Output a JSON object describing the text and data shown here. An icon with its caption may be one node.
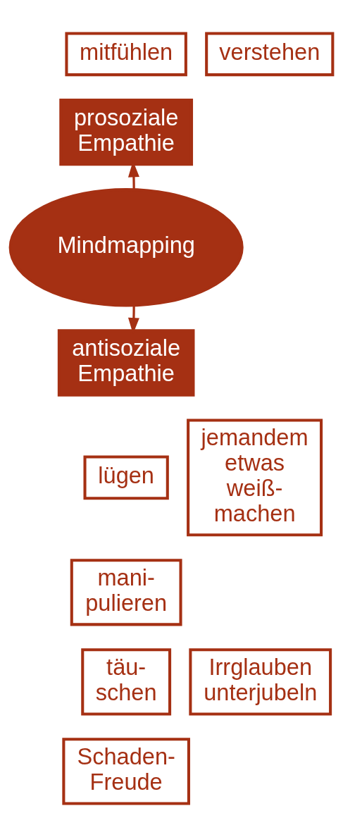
{
  "diagram": {
    "nodes": [
      {
        "text": [
          "mitfühlen"
        ]
      },
      {
        "text": [
          "verstehen"
        ]
      },
      {
        "text": [
          "prosoziale Empathie"
        ]
      },
      {
        "text": [
          "Mindmapping"
        ]
      },
      {
        "text": [
          "antisoziale Empathie"
        ]
      },
      {
        "text": [
          "lügen"
        ]
      },
      {
        "text": [
          "jemandem etwas weiß- machen"
        ]
      },
      {
        "text": [
          "mani- pulieren"
        ]
      },
      {
        "text": [
          "täu- schen"
        ]
      },
      {
        "text": [
          "Irrglauben unterjubeln"
        ]
      },
      {
        "text": [
          "Schaden- Freude"
        ]
      }
    ],
    "edges": [
      {
        "from": 3,
        "to": 2,
        "arrow": "to"
      },
      {
        "from": 3,
        "to": 4,
        "arrow": "to"
      }
    ]
  }
}
